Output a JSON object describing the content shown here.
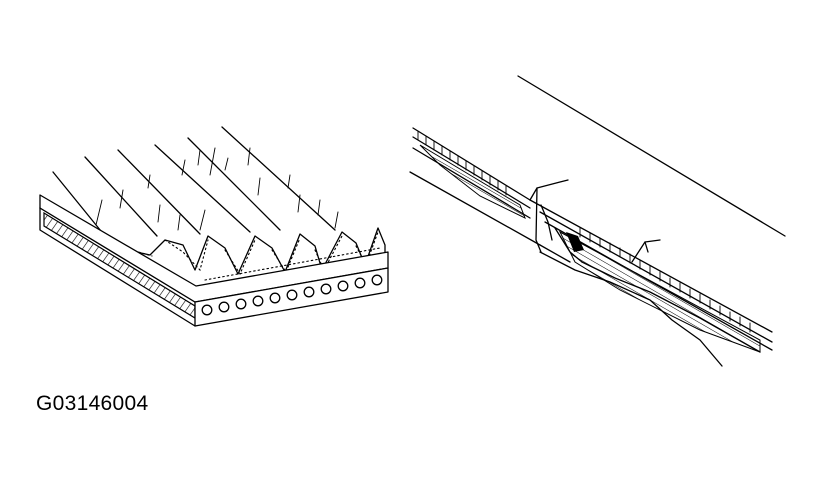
{
  "figure": {
    "code": "G03146004",
    "panels": [
      {
        "name": "ribbed-belt-cross-section"
      },
      {
        "name": "damaged-belt-side-view"
      }
    ]
  }
}
